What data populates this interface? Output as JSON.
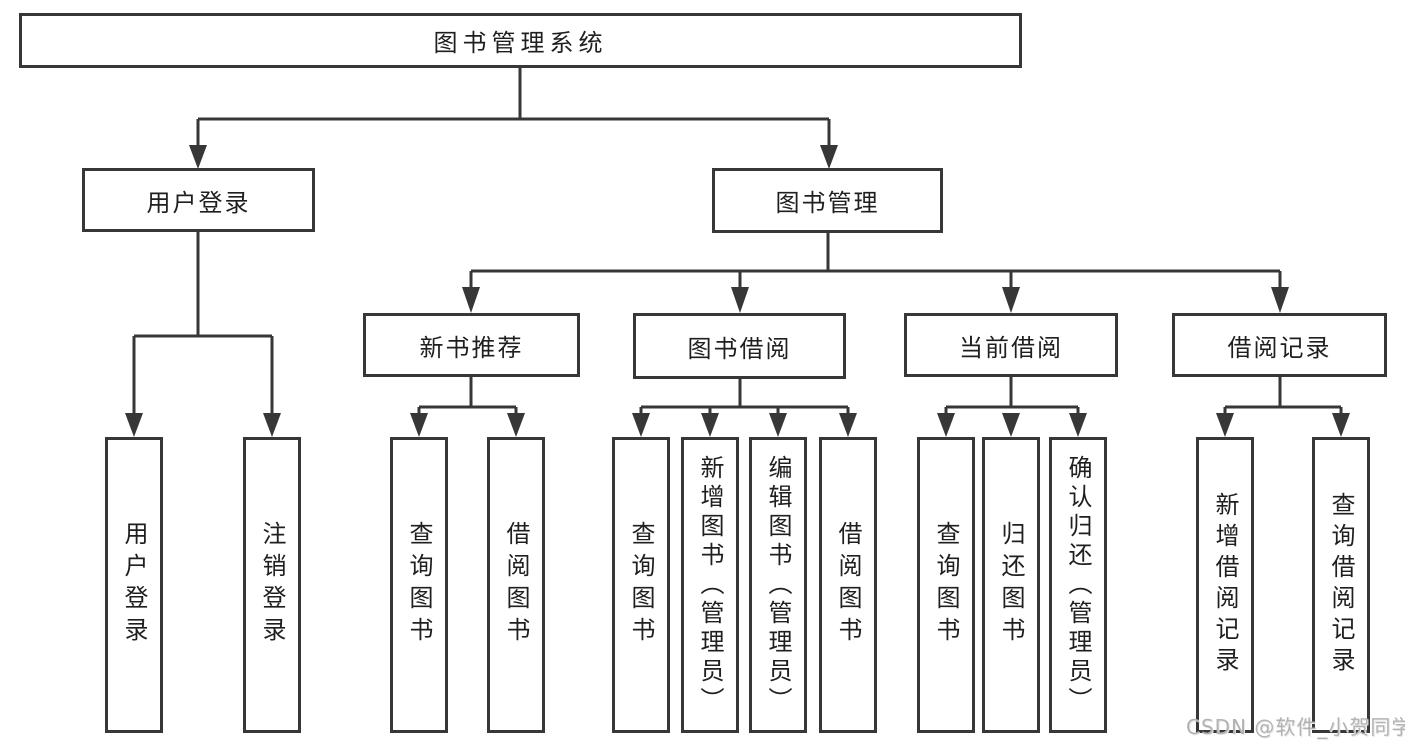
{
  "diagram": {
    "root": {
      "label": "图书管理系统"
    },
    "level2": {
      "user_login": {
        "label": "用户登录"
      },
      "book_mgmt": {
        "label": "图书管理"
      }
    },
    "level3": {
      "new_book": {
        "label": "新书推荐"
      },
      "book_borrow": {
        "label": "图书借阅"
      },
      "current_borrow": {
        "label": "当前借阅"
      },
      "borrow_record": {
        "label": "借阅记录"
      }
    },
    "leaves": {
      "user_login": [
        "用户登录",
        "注销登录"
      ],
      "new_book": [
        "查询图书",
        "借阅图书"
      ],
      "book_borrow": [
        "查询图书",
        "新增图书（管理员）",
        "编辑图书（管理员）",
        "借阅图书"
      ],
      "current_borrow": [
        "查询图书",
        "归还图书",
        "确认归还（管理员）"
      ],
      "borrow_record": [
        "新增借阅记录",
        "查询借阅记录"
      ]
    },
    "colors": {
      "line": "#373737",
      "text": "#1f1f1f",
      "watermark": "#b3b3b3"
    },
    "watermark": "CSDN @软件_小贺同学"
  }
}
